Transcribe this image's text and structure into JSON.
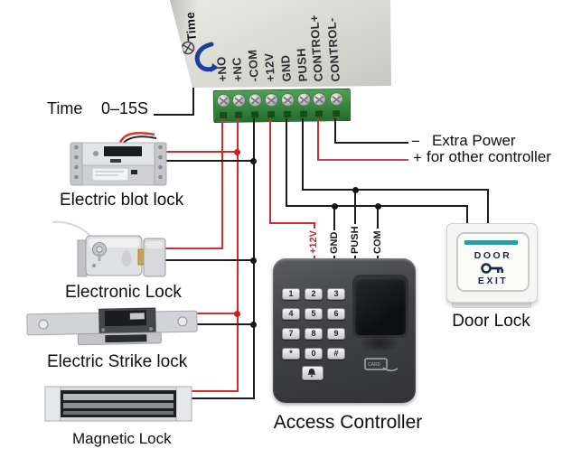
{
  "power_unit": {
    "time": "Time",
    "terminals": [
      "+NO",
      "+NC",
      "-COM",
      "+12V",
      "GND",
      "PUSH",
      "CONTROL+",
      "CONTROL-"
    ]
  },
  "timer": {
    "label": "Time",
    "value": "0–15S"
  },
  "locks": {
    "bolt": "Electric blot lock",
    "electronic": "Electronic Lock",
    "strike": "Electric Strike lock",
    "magnetic": "Magnetic Lock"
  },
  "extra_power": {
    "minus": "−",
    "line1": "Extra Power",
    "plus": "+",
    "line2": "for other controller"
  },
  "keypad": {
    "label": "Access Controller",
    "keys": [
      "1",
      "2",
      "3",
      "4",
      "5",
      "6",
      "7",
      "8",
      "9",
      "*",
      "0",
      "#"
    ],
    "card_label": "CARD"
  },
  "keypad_wires": {
    "v12": "+12V",
    "gnd": "GND",
    "push": "PUSH",
    "com": "COM"
  },
  "door_button": {
    "line1": "DOOR",
    "line2": "EXIT",
    "label": "Door Lock"
  },
  "colors": {
    "wire_red": "#d42b2b",
    "wire_dark_red": "#b44a52",
    "wire_black": "#1c1c1c",
    "terminal_block_green": "#3a8f42",
    "door_bar_teal": "#2d9aa8",
    "arrow_blue": "#1d3e9e"
  }
}
